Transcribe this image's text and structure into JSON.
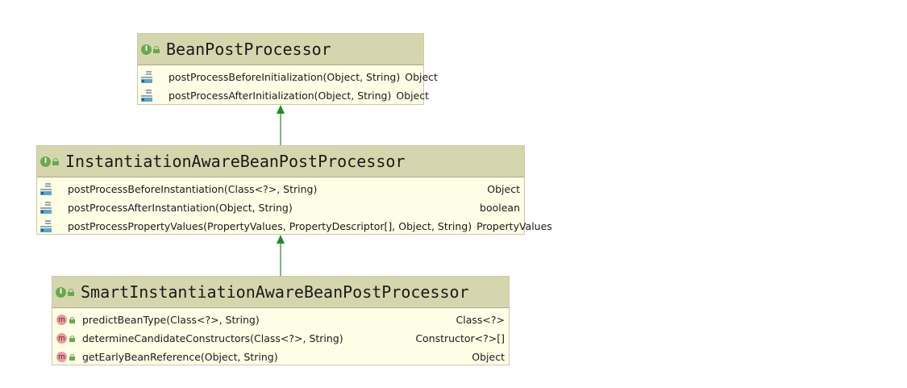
{
  "colors": {
    "header": "#d6d6ae",
    "body": "#fefee6",
    "arrow": "#228b22"
  },
  "boxes": [
    {
      "title": "BeanPostProcessor",
      "icon": "interface-icon",
      "methods": [
        {
          "icon": "abstract-method-icon",
          "signature": "postProcessBeforeInitialization(Object, String)",
          "return": "Object"
        },
        {
          "icon": "abstract-method-icon",
          "signature": "postProcessAfterInitialization(Object, String)",
          "return": "Object"
        }
      ]
    },
    {
      "title": "InstantiationAwareBeanPostProcessor",
      "icon": "interface-icon",
      "methods": [
        {
          "icon": "abstract-method-icon",
          "signature": "postProcessBeforeInstantiation(Class<?>, String)",
          "return": "Object"
        },
        {
          "icon": "abstract-method-icon",
          "signature": "postProcessAfterInstantiation(Object, String)",
          "return": "boolean"
        },
        {
          "icon": "abstract-method-icon",
          "signature": "postProcessPropertyValues(PropertyValues, PropertyDescriptor[], Object, String)",
          "return": "PropertyValues"
        }
      ]
    },
    {
      "title": "SmartInstantiationAwareBeanPostProcessor",
      "icon": "interface-icon",
      "methods": [
        {
          "icon": "method-icon",
          "signature": "predictBeanType(Class<?>, String)",
          "return": "Class<?>"
        },
        {
          "icon": "method-icon",
          "signature": "determineCandidateConstructors(Class<?>, String)",
          "return": "Constructor<?>[]"
        },
        {
          "icon": "method-icon",
          "signature": "getEarlyBeanReference(Object, String)",
          "return": "Object"
        }
      ]
    }
  ],
  "relations": [
    {
      "from": "InstantiationAwareBeanPostProcessor",
      "to": "BeanPostProcessor",
      "type": "extends"
    },
    {
      "from": "SmartInstantiationAwareBeanPostProcessor",
      "to": "InstantiationAwareBeanPostProcessor",
      "type": "extends"
    }
  ]
}
